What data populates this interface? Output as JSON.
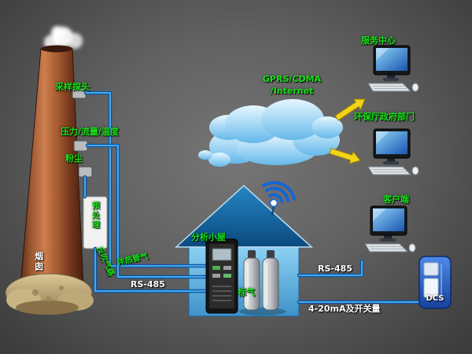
{
  "palette": {
    "background_center": "#767676",
    "background_edge": "#3a3a3a",
    "label_green": "#17e017",
    "label_white": "#ffffff",
    "line_blue": "#1e7fd8",
    "arrow_yellow": "#f2d318",
    "chimney_brown": "#a05a34",
    "house_roof_blue": "#0f5a94",
    "house_wall_blue": "#5cb4e4",
    "cloud_blue": "#7ec9f0",
    "dcs_blue": "#2a64c8"
  },
  "chimney": {
    "label": "烟囱"
  },
  "stack_devices": {
    "probe_label": "采样探头",
    "pft_label": "压力/流量/温度",
    "dust_label": "粉尘",
    "cabinet_label": "预处理"
  },
  "sample_lines": {
    "heated_line_label": "伴热管气",
    "blowback_label": "反吹气路",
    "rs485_label": "RS-485"
  },
  "analysis_house": {
    "name_label": "分析小屋",
    "standard_gas_label": "标气"
  },
  "cloud": {
    "line1": "GPRS/CDMA",
    "line2": "/Internet"
  },
  "workstations": [
    {
      "label": "服务中心"
    },
    {
      "label": "环保厅政府部门"
    },
    {
      "label": "客户端"
    }
  ],
  "outputs": {
    "rs485_label": "RS-485",
    "analog_label": "4-20mA及开关量",
    "dcs_label": "DCS"
  }
}
